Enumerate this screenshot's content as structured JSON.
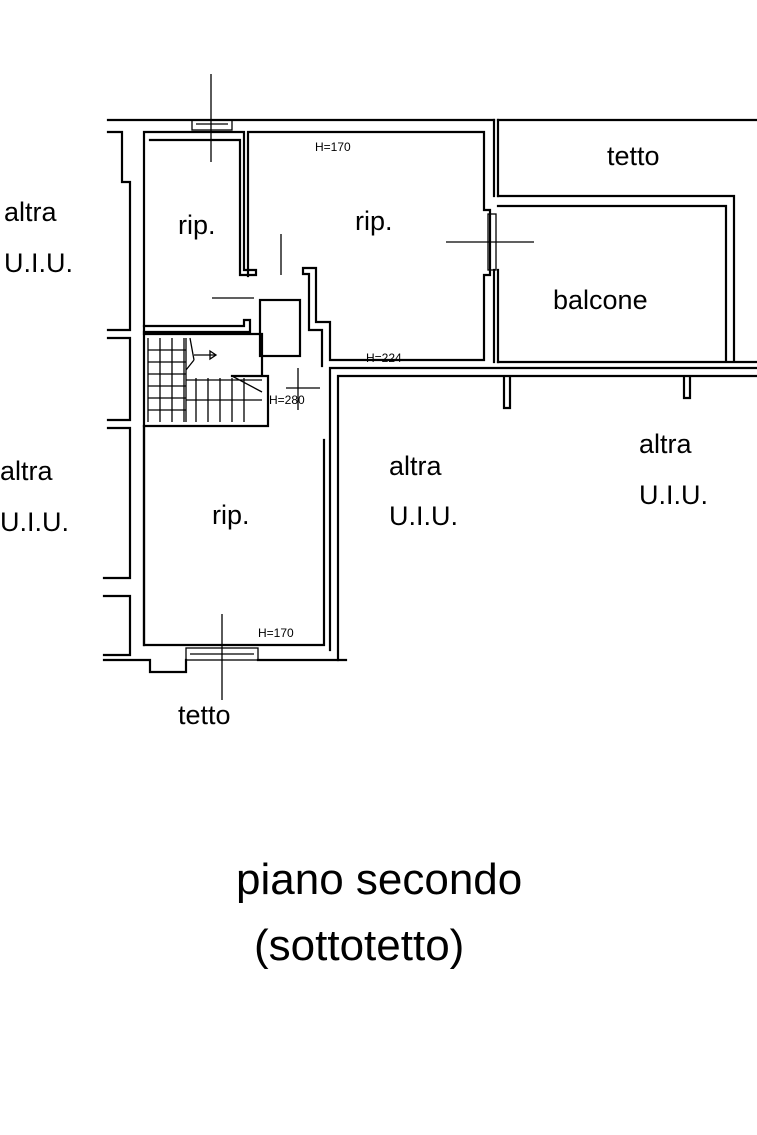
{
  "rooms": {
    "rip_top_left": "rip.",
    "rip_top_center": "rip.",
    "rip_bottom": "rip.",
    "balcone": "balcone"
  },
  "neighbors": {
    "left_top": {
      "line1": "altra",
      "line2": "U.I.U."
    },
    "left_middle": {
      "line1": "altra",
      "line2": "U.I.U."
    },
    "center": {
      "line1": "altra",
      "line2": "U.I.U."
    },
    "right": {
      "line1": "altra",
      "line2": "U.I.U."
    }
  },
  "roof": {
    "top": "tetto",
    "bottom": "tetto"
  },
  "heights": {
    "top": "H=170",
    "mid": "H=224",
    "stair": "H=280",
    "bottom": "H=170"
  },
  "title": {
    "line1": "piano secondo",
    "line2": "(sottotetto)"
  }
}
